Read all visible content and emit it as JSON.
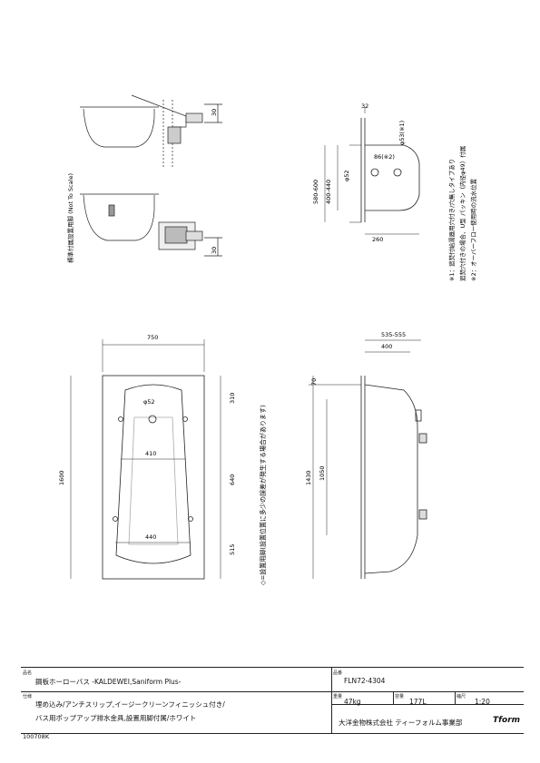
{
  "side_views": {
    "caption": "標準付属設置用脚 (Not To Scale)",
    "dim_top": "30",
    "dim_bottom": "30"
  },
  "end_view": {
    "dim_32": "32",
    "dim_53": "φ53(※1)",
    "dim_86": "86(※2)",
    "dim_52": "φ52",
    "dim_height": "580-600",
    "dim_inner": "400-440",
    "dim_260": "260"
  },
  "notes": [
    "※1：追焚付給湯器用穴付き/穴無しタイプあり",
    "追焚穴付きの場合、U型 パッキン（内径φ49）付属",
    "※2：オーバーフロー使用時の流水位置"
  ],
  "plan_view": {
    "width": "750",
    "length": "1600",
    "dia": "φ52",
    "d310": "310",
    "d410": "410",
    "d640": "640",
    "d440": "440",
    "d515": "515",
    "legend": "◇=設置用脚(設置位置に多少の誤差が発生する場合があります)"
  },
  "side_view": {
    "d535": "535-555",
    "d400": "400",
    "d70": "70",
    "d1430": "1430",
    "d1050": "1050"
  },
  "title_block": {
    "name_label": "品名",
    "name_value": "鋼板ホーローバス -KALDEWEI,Saniform Plus-",
    "code_label": "品番",
    "code_value": "FLN72-4304",
    "spec_label": "仕様",
    "spec_line1": "埋め込み/アンチスリップ,イージークリーンフィニッシュ付き/",
    "spec_line2": "バス用ポップアップ排水金具,設置用脚付属/ホワイト",
    "weight_label": "重量",
    "weight_value": "47kg",
    "capacity_label": "容量",
    "capacity_value": "177L",
    "scale_label": "縮尺",
    "scale_value": "1:20",
    "company": "大洋金物株式会社 ティーフォルム事業部",
    "logo": "Tform"
  },
  "doc_id": "100708K"
}
